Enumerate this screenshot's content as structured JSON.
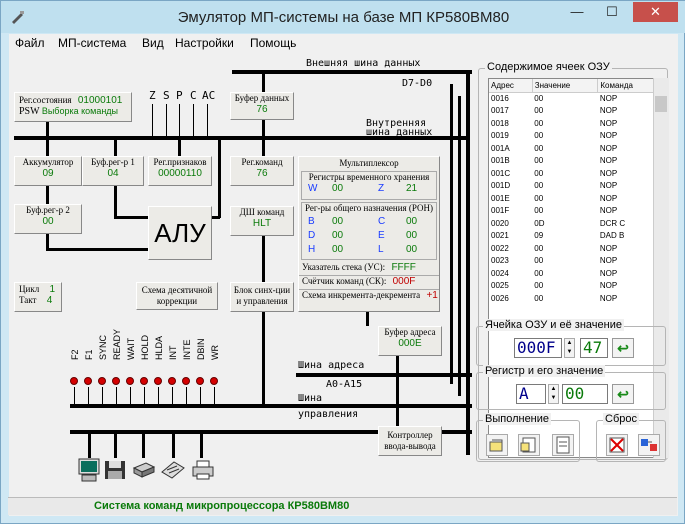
{
  "window": {
    "title": "Эмулятор МП-системы на базе МП КР580ВМ80",
    "close_glyph": "✕",
    "maximize_glyph": "☐",
    "minimize_glyph": "—"
  },
  "menu": [
    "Файл",
    "МП-система",
    "Вид",
    "Настройки",
    "Помощь"
  ],
  "blocks": {
    "status_reg": {
      "label1": "Рег.состояния",
      "value": "01000101",
      "label2": "PSW",
      "value2": "Выборка команды"
    },
    "data_buf": {
      "label": "Буфер данных",
      "value": "76"
    },
    "acc": {
      "label": "Аккумулятор",
      "value": "09"
    },
    "buf1": {
      "label": "Буф.рег-р 1",
      "value": "04"
    },
    "flags": {
      "label": "Рег.признаков",
      "value": "00000110"
    },
    "buf2": {
      "label": "Буф.рег-р 2",
      "value": "00"
    },
    "alu": {
      "label": "АЛУ"
    },
    "cmd_reg": {
      "label": "Рег.команд",
      "value": "76"
    },
    "decoder": {
      "label": "ДШ команд",
      "value": "HLT"
    },
    "cycle": {
      "label": "Цикл",
      "value": "1"
    },
    "tact": {
      "label": "Такт",
      "value": "4"
    },
    "dec_corr": {
      "label": "Схема десятичной коррекции"
    },
    "sync": {
      "label": "Блок синх-ции и управления"
    },
    "mux": {
      "title": "Мультиплексор",
      "temp_title": "Регистры временного хранения",
      "W": "00",
      "Z": "21",
      "gen_title": "Рег-ры общего назначения (РОН)",
      "B": "00",
      "C": "00",
      "D": "00",
      "E": "00",
      "H": "00",
      "L": "00",
      "sp_label": "Указатель стека (УС):",
      "sp": "FFFF",
      "pc_label": "Счётчик команд (СК):",
      "pc": "000F",
      "incdec_label": "Схема инкремента-декремента",
      "incdec": "+1",
      "W_name": "W",
      "Z_name": "Z",
      "B_name": "B",
      "C_name": "C",
      "D_name": "D",
      "E_name": "E",
      "H_name": "H",
      "L_name": "L"
    },
    "addr_buf": {
      "label": "Буфер адреса",
      "value": "000E"
    },
    "io_ctrl": {
      "label": "Контроллер ввода-вывода"
    }
  },
  "flags_letters": [
    "Z",
    "S",
    "P",
    "C",
    "AC"
  ],
  "signals": [
    "F2",
    "F1",
    "SYNC",
    "READY",
    "WAIT",
    "HOLD",
    "HLDA",
    "INT",
    "INTE",
    "DBIN",
    "WR"
  ],
  "bus_labels": {
    "ext_data": "Внешняя шина данных",
    "d7d0": "D7-D0",
    "int_data1": "Внутренняя",
    "int_data2": "шина данных",
    "addr": "Шина адреса",
    "a0a15": "A0-A15",
    "ctrl1": "Шина",
    "ctrl2": "управления"
  },
  "ram": {
    "title": "Содержимое ячеек ОЗУ",
    "columns": [
      "Адрес",
      "Значение",
      "Команда"
    ],
    "rows": [
      [
        "0016",
        "00",
        "NOP"
      ],
      [
        "0017",
        "00",
        "NOP"
      ],
      [
        "0018",
        "00",
        "NOP"
      ],
      [
        "0019",
        "00",
        "NOP"
      ],
      [
        "001A",
        "00",
        "NOP"
      ],
      [
        "001B",
        "00",
        "NOP"
      ],
      [
        "001C",
        "00",
        "NOP"
      ],
      [
        "001D",
        "00",
        "NOP"
      ],
      [
        "001E",
        "00",
        "NOP"
      ],
      [
        "001F",
        "00",
        "NOP"
      ],
      [
        "0020",
        "0D",
        "DCR C"
      ],
      [
        "0021",
        "09",
        "DAD B"
      ],
      [
        "0022",
        "00",
        "NOP"
      ],
      [
        "0023",
        "00",
        "NOP"
      ],
      [
        "0024",
        "00",
        "NOP"
      ],
      [
        "0025",
        "00",
        "NOP"
      ],
      [
        "0026",
        "00",
        "NOP"
      ]
    ]
  },
  "cell_group": {
    "title": "Ячейка ОЗУ и её значение",
    "addr": "000F",
    "value": "47"
  },
  "reg_group": {
    "title": "Регистр и его значение",
    "reg": "A",
    "value": "00"
  },
  "exec_group": {
    "title": "Выполнение"
  },
  "reset_group": {
    "title": "Сброс"
  },
  "status_bar": "Система команд микропроцессора КР580ВМ80"
}
